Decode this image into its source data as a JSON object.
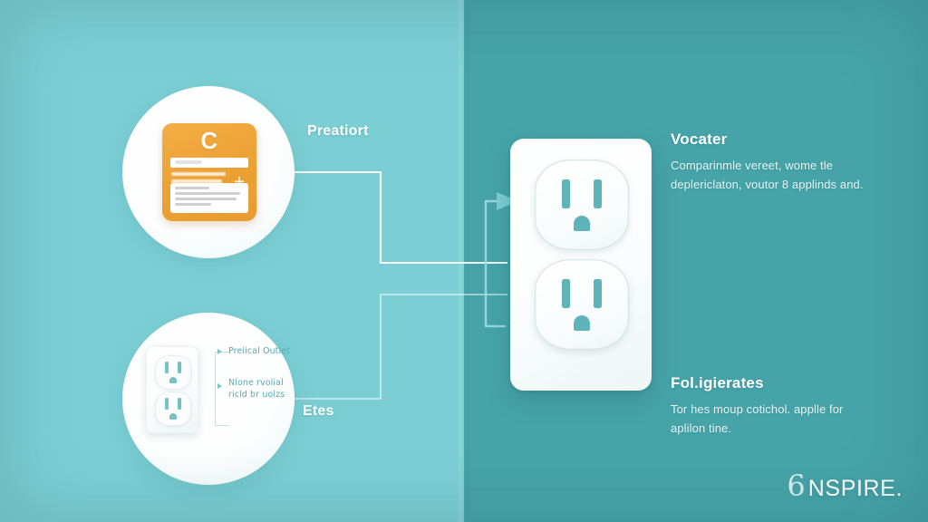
{
  "background": {
    "left_color": "#7bcfd4",
    "right_color": "#46a4a9"
  },
  "top_circle": {
    "card": {
      "letter": "C",
      "plus_glyph": "+"
    }
  },
  "bottom_circle": {
    "annotations": [
      {
        "text": "Prelical Outlet"
      },
      {
        "text": "Nlone rvolial ricld br uolzs"
      }
    ]
  },
  "side_labels": {
    "top": "Preatiort",
    "bottom": "Etes"
  },
  "right_blocks": [
    {
      "heading": "Vocater",
      "body": "Comparinmle vereet, wome tle deplericlaton, voutor 8 applinds and."
    },
    {
      "heading": "Fol.igierates",
      "body": "Tor hes moup cotichol. applle for aplilon tine."
    }
  ],
  "brand": {
    "mark": "6",
    "name": "NSPIRE."
  },
  "outlet": {
    "socket_color": "#5fb4b9",
    "plate_color": "#ffffff"
  }
}
